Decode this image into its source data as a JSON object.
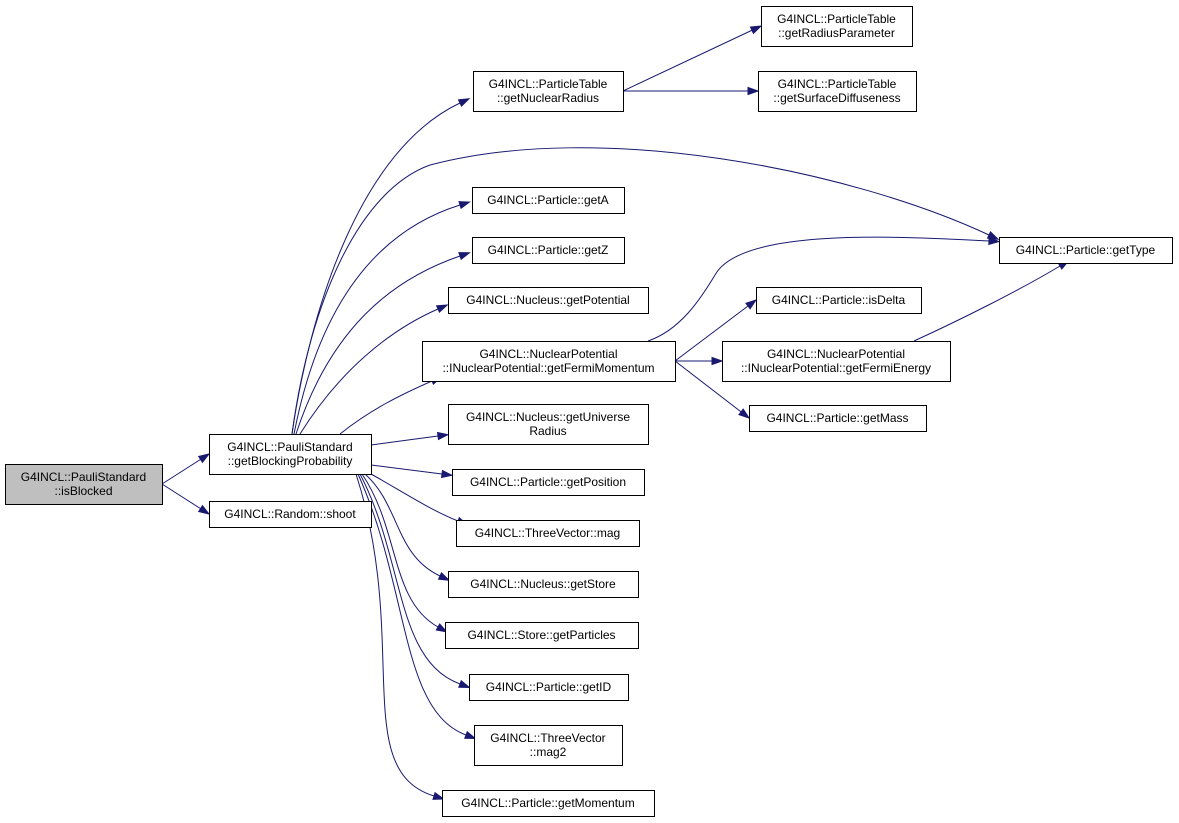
{
  "nodes": [
    {
      "id": "isBlocked",
      "lines": [
        "G4INCL::PauliStandard",
        "::isBlocked"
      ],
      "root": true
    },
    {
      "id": "getBlockingProbability",
      "lines": [
        "G4INCL::PauliStandard",
        "::getBlockingProbability"
      ]
    },
    {
      "id": "shoot",
      "lines": [
        "G4INCL::Random::shoot"
      ]
    },
    {
      "id": "getNuclearRadius",
      "lines": [
        "G4INCL::ParticleTable",
        "::getNuclearRadius"
      ]
    },
    {
      "id": "getRadiusParameter",
      "lines": [
        "G4INCL::ParticleTable",
        "::getRadiusParameter"
      ]
    },
    {
      "id": "getSurfaceDiffuseness",
      "lines": [
        "G4INCL::ParticleTable",
        "::getSurfaceDiffuseness"
      ]
    },
    {
      "id": "getA",
      "lines": [
        "G4INCL::Particle::getA"
      ]
    },
    {
      "id": "getZ",
      "lines": [
        "G4INCL::Particle::getZ"
      ]
    },
    {
      "id": "getType",
      "lines": [
        "G4INCL::Particle::getType"
      ]
    },
    {
      "id": "getPotential",
      "lines": [
        "G4INCL::Nucleus::getPotential"
      ]
    },
    {
      "id": "getFermiMomentum",
      "lines": [
        "G4INCL::NuclearPotential",
        "::INuclearPotential::getFermiMomentum"
      ]
    },
    {
      "id": "isDelta",
      "lines": [
        "G4INCL::Particle::isDelta"
      ]
    },
    {
      "id": "getFermiEnergy",
      "lines": [
        "G4INCL::NuclearPotential",
        "::INuclearPotential::getFermiEnergy"
      ]
    },
    {
      "id": "getMass",
      "lines": [
        "G4INCL::Particle::getMass"
      ]
    },
    {
      "id": "getUniverseRadius",
      "lines": [
        "G4INCL::Nucleus::getUniverse",
        "Radius"
      ]
    },
    {
      "id": "getPosition",
      "lines": [
        "G4INCL::Particle::getPosition"
      ]
    },
    {
      "id": "mag",
      "lines": [
        "G4INCL::ThreeVector::mag"
      ]
    },
    {
      "id": "getStore",
      "lines": [
        "G4INCL::Nucleus::getStore"
      ]
    },
    {
      "id": "getParticles",
      "lines": [
        "G4INCL::Store::getParticles"
      ]
    },
    {
      "id": "getID",
      "lines": [
        "G4INCL::Particle::getID"
      ]
    },
    {
      "id": "mag2",
      "lines": [
        "G4INCL::ThreeVector",
        "::mag2"
      ]
    },
    {
      "id": "getMomentum",
      "lines": [
        "G4INCL::Particle::getMomentum"
      ]
    }
  ],
  "edges": [
    [
      "isBlocked",
      "getBlockingProbability"
    ],
    [
      "isBlocked",
      "shoot"
    ],
    [
      "getBlockingProbability",
      "getNuclearRadius"
    ],
    [
      "getBlockingProbability",
      "getType"
    ],
    [
      "getBlockingProbability",
      "getA"
    ],
    [
      "getBlockingProbability",
      "getZ"
    ],
    [
      "getBlockingProbability",
      "getPotential"
    ],
    [
      "getBlockingProbability",
      "getFermiMomentum"
    ],
    [
      "getBlockingProbability",
      "getUniverseRadius"
    ],
    [
      "getBlockingProbability",
      "getPosition"
    ],
    [
      "getBlockingProbability",
      "mag"
    ],
    [
      "getBlockingProbability",
      "getStore"
    ],
    [
      "getBlockingProbability",
      "getParticles"
    ],
    [
      "getBlockingProbability",
      "getID"
    ],
    [
      "getBlockingProbability",
      "mag2"
    ],
    [
      "getBlockingProbability",
      "getMomentum"
    ],
    [
      "getNuclearRadius",
      "getRadiusParameter"
    ],
    [
      "getNuclearRadius",
      "getSurfaceDiffuseness"
    ],
    [
      "getFermiMomentum",
      "getType"
    ],
    [
      "getFermiMomentum",
      "isDelta"
    ],
    [
      "getFermiMomentum",
      "getFermiEnergy"
    ],
    [
      "getFermiMomentum",
      "getMass"
    ],
    [
      "getFermiEnergy",
      "getType"
    ]
  ],
  "colors": {
    "edge": "#191970",
    "root_fill": "#bfbfbf",
    "node_fill": "#ffffff",
    "border": "#000000"
  }
}
